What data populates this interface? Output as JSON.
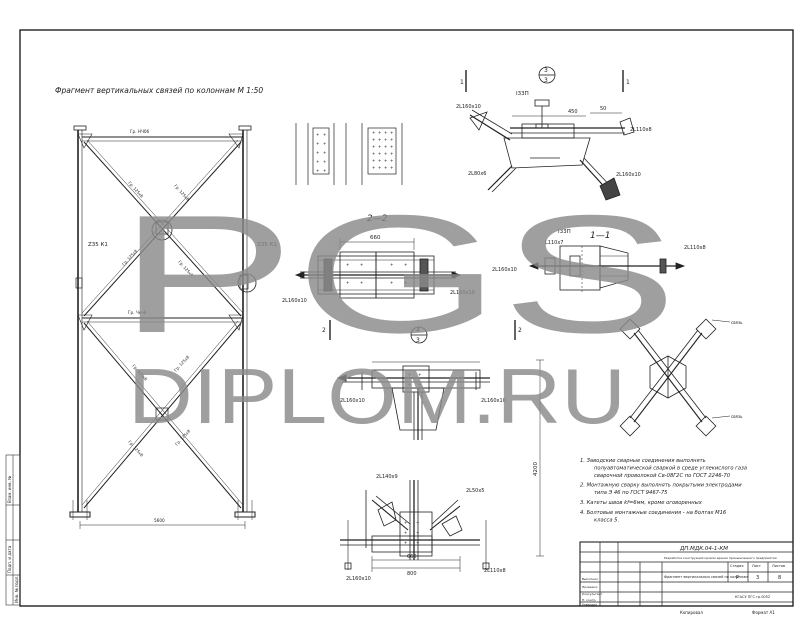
{
  "drawing": {
    "title": "Фрагмент вертикальных связей по колоннам М 1:50",
    "frame_labels": {
      "top_beam": "Гр. НЧ06",
      "mid_beam": "Гр. Чеч6",
      "left_col": "Z35 К1",
      "right_col": "Z35 К1",
      "brace_upper_1": "Гр. 125х8",
      "brace_upper_2": "Гр. 125х8",
      "brace_mid_1": "Гр. 125х8",
      "brace_mid_2": "Гр. 125х8",
      "brace_lower_1": "Гр. 125х8",
      "brace_lower_2": "Гр. 125х8",
      "brace_lower_3": "Гр. 125х8",
      "brace_lower_4": "Гр. 125х8",
      "bottom_dim": "5600"
    },
    "section_marks": {
      "mark_3_top": "3",
      "mark_3_bottom": "3",
      "mark_4_top": "4",
      "mark_4_bottom": "3",
      "sec_1": "1",
      "sec_1b": "1",
      "sec_2": "2",
      "sec_2b": "2",
      "section_1_1": "1—1",
      "section_2_2": "2—2"
    },
    "node_3": {
      "profile_top": "I33П",
      "dim_450": "450",
      "dim_50": "50",
      "angle_left": "2L160х10",
      "angle_right": "2L110х8",
      "angle_bottom_left": "2L80х6",
      "angle_bottom_right": "2L160х10"
    },
    "section_2_2": {
      "dim": "660",
      "angle_left": "2L160х10",
      "angle_right": "2L160х10"
    },
    "section_1_1": {
      "profile": "I33П",
      "angle_top": "L110х7",
      "angle_left": "2L160х10",
      "angle_right": "2L110х8"
    },
    "node_4": {
      "angle_left": "2L160х10",
      "angle_right": "2L160х10"
    },
    "node_5": {
      "angle_top": "2L140х9",
      "angle_right": "2L50х5",
      "angle_bottom_left": "2L160х10",
      "angle_bottom_right": "2L110х8",
      "dim_660": "660",
      "dim_800": "800",
      "dim_4200": "4200"
    },
    "detail_labels": {
      "label_a": "связь",
      "label_b": "связь"
    },
    "notes": [
      "1.  Заводские сварные соединения выполнять полуавтоматической сваркой в среде углекислого газа сварочной проволокой Св-08Г2С по ГОСТ 2246-70",
      "2.  Монтажную сварку выполнять покрытыми электродами типа Э 46 по ГОСТ 9467-75",
      "3.  Катеты швов kf=6мм, кроме оговоренных",
      "4.  Болтовые монтажные соединения - на болтах М16 класса 5."
    ],
    "title_block": {
      "code": "ДП.МДК.04-1-КМ",
      "subtitle": "Разработка конструкций кровли здания промышленного предприятия",
      "stage_header": "Стадия",
      "sheet_header": "Лист",
      "sheets_header": "Листов",
      "stage": "Р",
      "sheet": "3",
      "sheets": "8",
      "sheet_name": "Фрагмент вертикальных связей по колоннам",
      "org": "КГАСУ ПГС гр.0052",
      "role_1": "Выполнил",
      "role_2": "Проверил",
      "role_3": "Консультант",
      "role_4": "Н. контр.",
      "role_5": "Утвердил",
      "bottom_left": "Копировал",
      "bottom_right": "Формат А1",
      "stamp_1": "Взам. инв. №",
      "stamp_2": "Подп. и дата",
      "stamp_3": "Инв. № подл."
    },
    "watermark": {
      "line1": "PGS",
      "line2": "DIPLOM.RU"
    }
  }
}
